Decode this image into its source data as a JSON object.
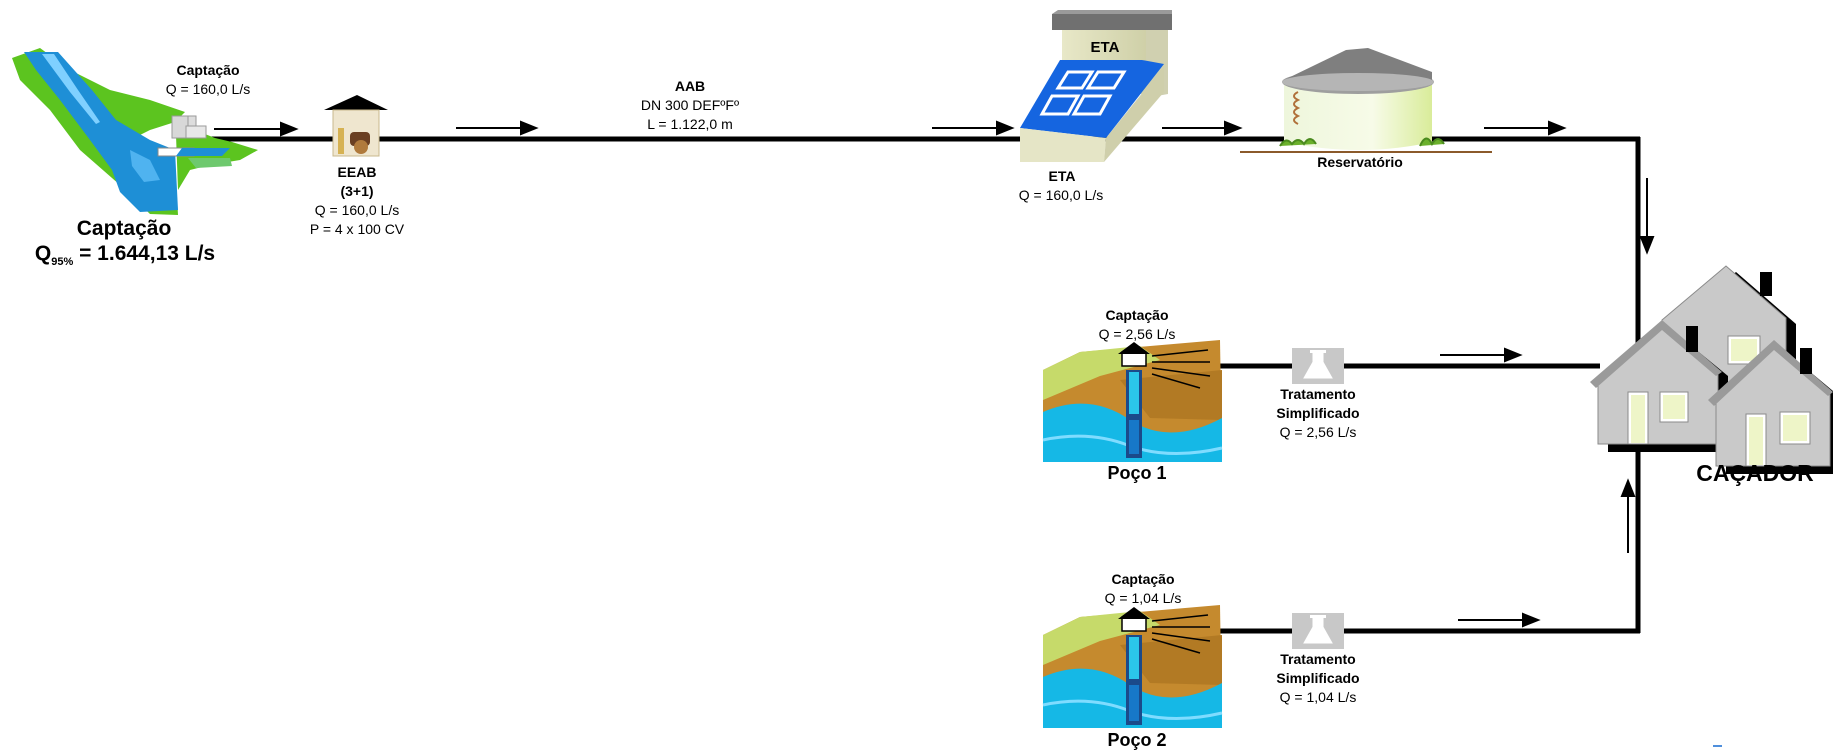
{
  "river_intake": {
    "label_top": "Captação",
    "flow_top": "Q = 160,0 L/s",
    "label_main": "Captação",
    "q_prefix": "Q",
    "q_sub": "95%",
    "q_value": " = 1.644,13 L/s"
  },
  "eeab": {
    "title": "EEAB",
    "pumps": "(3+1)",
    "flow": "Q = 160,0 L/s",
    "power": "P = 4 x 100 CV"
  },
  "aab": {
    "title": "AAB",
    "dn": "DN 300 DEFºFº",
    "length": "L = 1.122,0 m"
  },
  "eta": {
    "sign": "ETA",
    "title": "ETA",
    "flow": "Q = 160,0  L/s"
  },
  "reservoir": {
    "title": "Reservatório"
  },
  "well1": {
    "label_top": "Captação",
    "flow_top": "Q = 2,56 L/s",
    "name": "Poço 1",
    "treatment_line1": "Tratamento",
    "treatment_line2": "Simplificado",
    "treatment_flow": "Q = 2,56 L/s"
  },
  "well2": {
    "label_top": "Captação",
    "flow_top": "Q = 1,04 L/s",
    "name": "Poço 2",
    "treatment_line1": "Tratamento",
    "treatment_line2": "Simplificado",
    "treatment_flow": "Q = 1,04 L/s"
  },
  "city": {
    "name": "CAÇADOR"
  },
  "colors": {
    "grass": "#5cc41f",
    "river": "#1e8fd6",
    "water": "#15b8e6",
    "soil": "#c58a2e",
    "panel_blue": "#1565e0",
    "house_gray": "#c9c9c9",
    "house_window": "#eef5c8",
    "pipe": "#000000"
  }
}
